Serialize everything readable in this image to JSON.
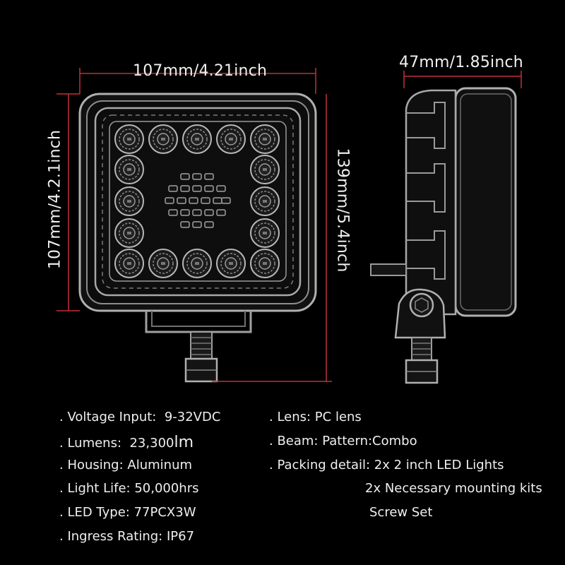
{
  "dimensions": {
    "front_width": "107mm/4.21inch",
    "front_height": "107mm/4.2.1inch",
    "total_height": "139mm/5.4inch",
    "side_depth": "47mm/1.85inch"
  },
  "specs_left": [
    {
      "label": ". Voltage Input:",
      "value": "9-32VDC"
    },
    {
      "label": ". Lumens:",
      "value": "23,300",
      "unit": "lm"
    },
    {
      "label": ". Housing:",
      "value": "Aluminum"
    },
    {
      "label": ". Light Life:",
      "value": "50,000hrs"
    },
    {
      "label": ". LED Type:",
      "value": "77PCX3W"
    },
    {
      "label": ". Ingress Rating:",
      "value": "IP67"
    }
  ],
  "specs_right": {
    "lens": ". Lens: PC lens",
    "beam": ". Beam: Pattern:Combo",
    "packing_label": ". Packing detail:",
    "packing_lines": [
      "2x 2 inch LED Lights",
      "2x Necessary mounting kits",
      "Screw Set"
    ]
  },
  "colors": {
    "background": "#000000",
    "outline": "#b0b0b0",
    "dimension_line": "#c0303a",
    "text": "#efefef"
  }
}
